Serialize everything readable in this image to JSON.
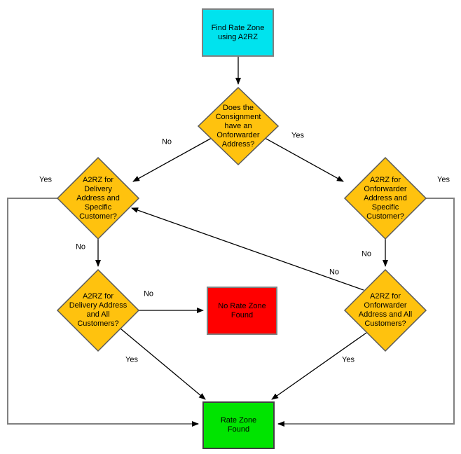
{
  "diagram_type": "flowchart",
  "colors": {
    "start_fill": "#00e3ee",
    "decision_fill": "#ffc20e",
    "error_fill": "#ff0000",
    "success_fill": "#00e400",
    "connector_gray": "#808080",
    "connector_black": "#000000"
  },
  "nodes": {
    "start": {
      "label": "Find Rate Zone using A2RZ"
    },
    "has_onforwarder": {
      "label": "Does the Consignment have an Onforwarder Address?"
    },
    "delivery_specific": {
      "label": "A2RZ for Delivery Address and Specific Customer?"
    },
    "onforwarder_specific": {
      "label": "A2RZ for Onforwarder Address and Specific Customer?"
    },
    "delivery_all": {
      "label": "A2RZ for Delivery Address and All Customers?"
    },
    "onforwarder_all": {
      "label": "A2RZ for Onforwarder Address and All Customers?"
    },
    "no_rate_zone": {
      "label": "No Rate Zone Found"
    },
    "rate_zone_found": {
      "label": "Rate Zone Found"
    }
  },
  "edge_labels": {
    "has_onforwarder_no": "No",
    "has_onforwarder_yes": "Yes",
    "delivery_specific_yes": "Yes",
    "onforwarder_specific_yes": "Yes",
    "delivery_specific_no": "No",
    "onforwarder_specific_no": "No",
    "onforwarder_all_no": "No",
    "delivery_all_no": "No",
    "delivery_all_yes": "Yes",
    "onforwarder_all_yes": "Yes"
  }
}
